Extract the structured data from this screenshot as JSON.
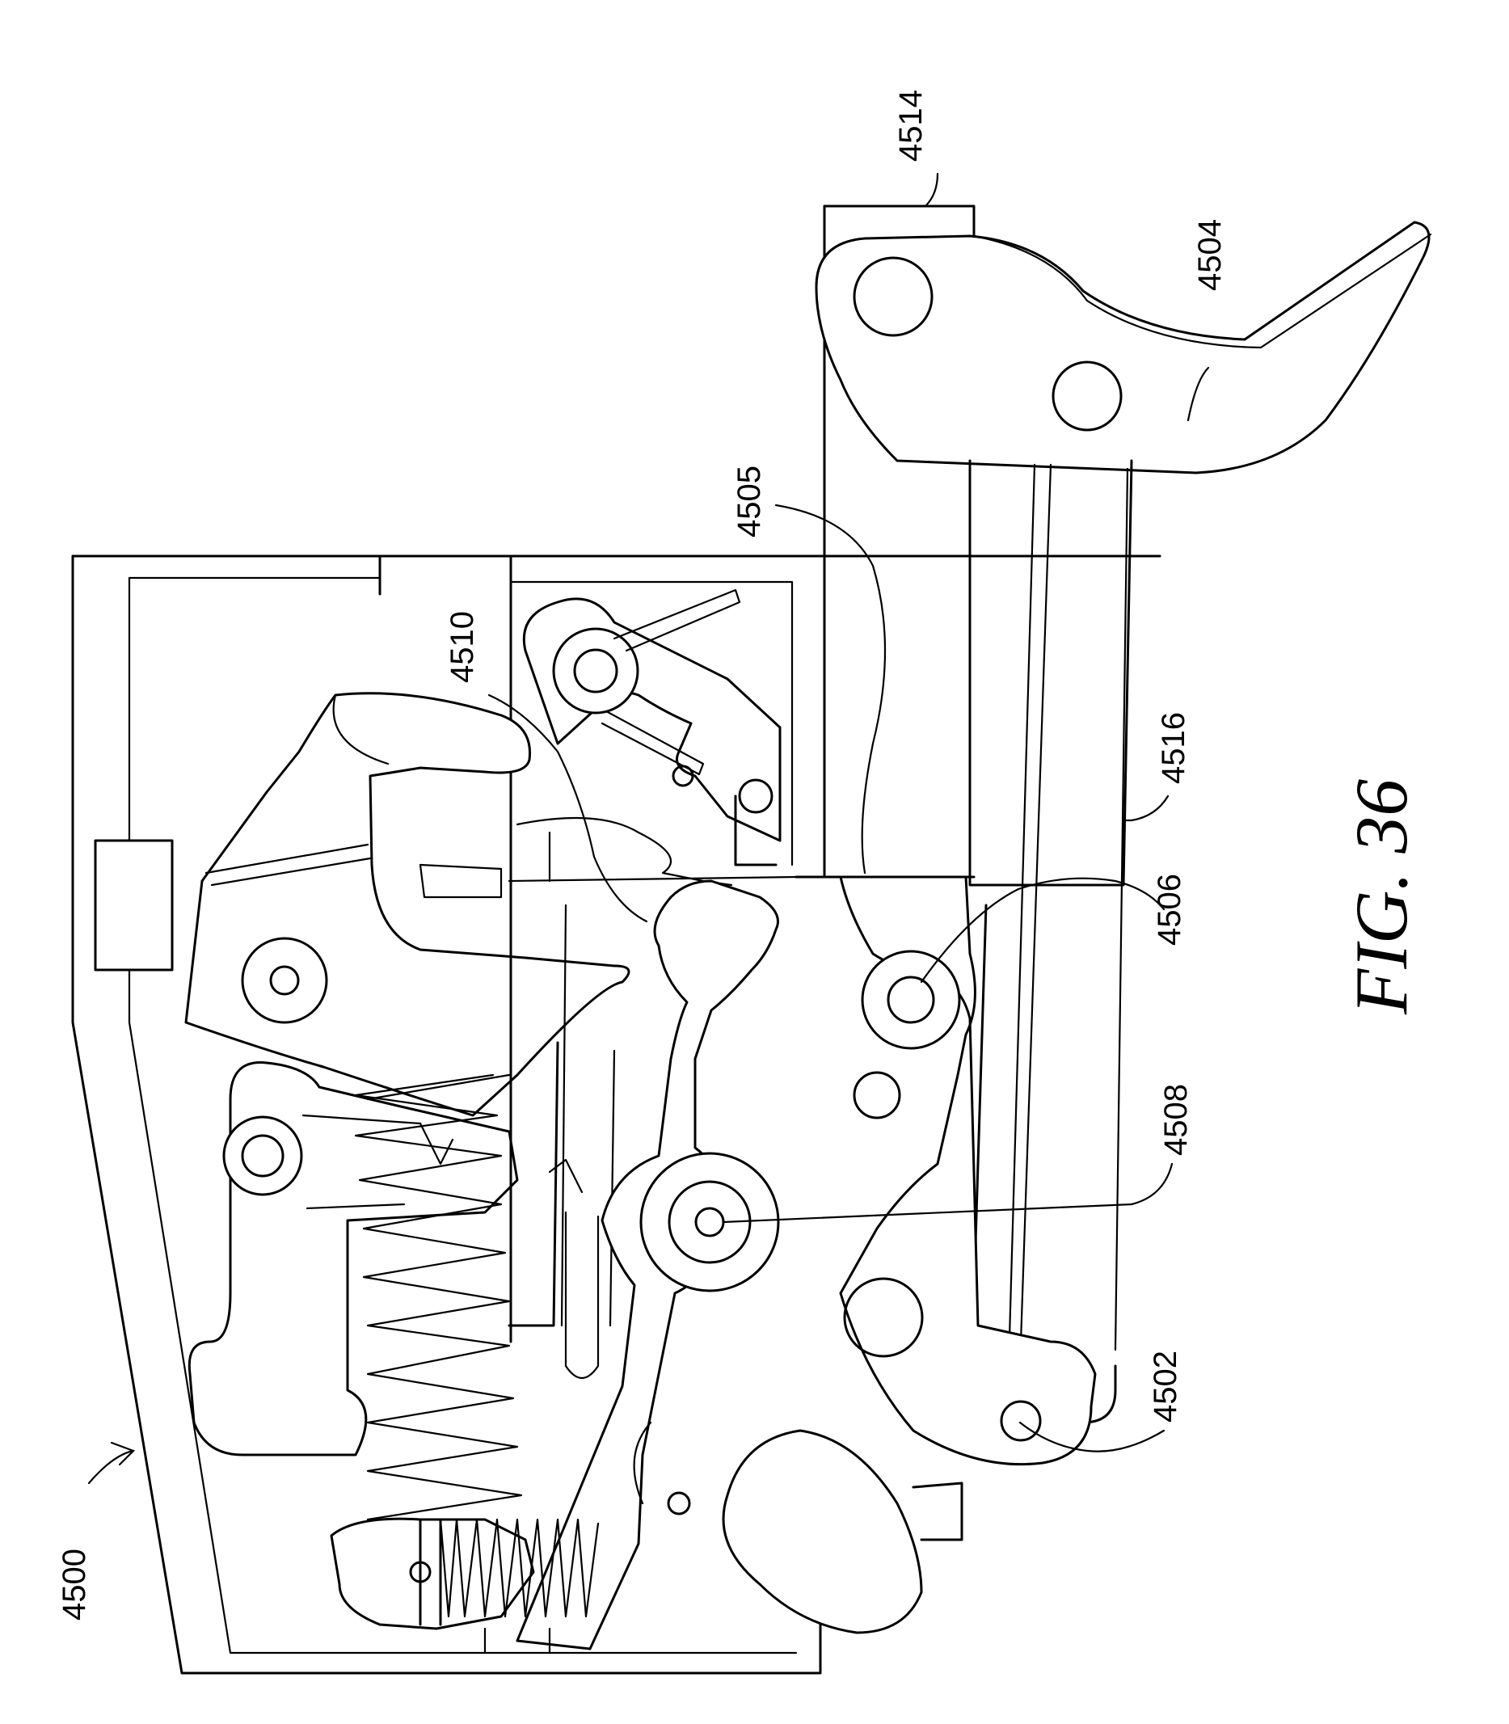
{
  "figure": {
    "title": "FIG. 36"
  },
  "labels": {
    "l4500": "4500",
    "l4502": "4502",
    "l4504": "4504",
    "l4505": "4505",
    "l4506": "4506",
    "l4508": "4508",
    "l4510": "4510",
    "l4514": "4514",
    "l4516": "4516"
  }
}
